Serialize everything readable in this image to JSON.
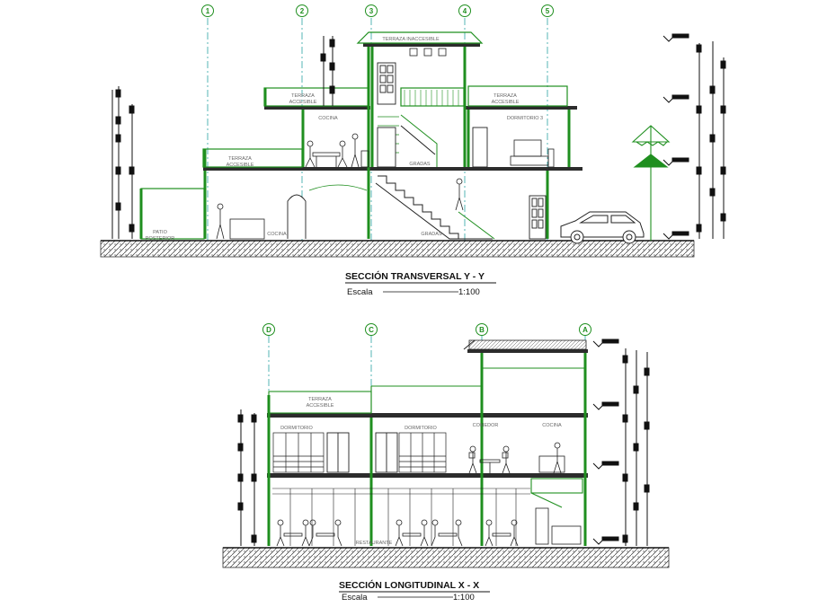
{
  "top_section": {
    "title": "SECCIÓN TRANSVERSAL Y - Y",
    "scale_label": "Escala",
    "scale_value": "1:100",
    "axes": [
      "1",
      "2",
      "3",
      "4",
      "5"
    ],
    "labels": {
      "terrace_inaccessible": "TERRAZA INACCESIBLE",
      "terrace_accessible_upper_line1": "TERRAZA",
      "terrace_accessible_upper_line2": "ACCESIBLE",
      "terrace_right_line1": "TERRAZA",
      "terrace_right_line2": "ACCESIBLE",
      "terrace_lower_line1": "TERRAZA",
      "terrace_lower_line2": "ACCESIBLE",
      "kitchen_upper": "COCINA",
      "bedroom": "DORMITORIO 3",
      "stairs_upper": "GRADAS",
      "stairs_lower": "GRADAS",
      "kitchen_lower": "COCINA",
      "patio_line1": "PATIO",
      "patio_line2": "POSTERIOR"
    }
  },
  "bottom_section": {
    "title": "SECCIÓN LONGITUDINAL X - X",
    "scale_label": "Escala",
    "scale_value": "1:100",
    "axes": [
      "D",
      "C",
      "B",
      "A"
    ],
    "labels": {
      "terrace_line1": "TERRAZA",
      "terrace_line2": "ACCESIBLE",
      "bedroom_left": "DORMITORIO",
      "bedroom_mid": "DORMITORIO",
      "dining": "COMEDOR",
      "kitchen": "COCINA",
      "restaurant": "RESTAURANTE"
    }
  },
  "colors": {
    "wall_green": "#1f8f1f",
    "line_dark": "#222222",
    "grid_teal": "#2aa3a3",
    "label_gray": "#666666"
  }
}
